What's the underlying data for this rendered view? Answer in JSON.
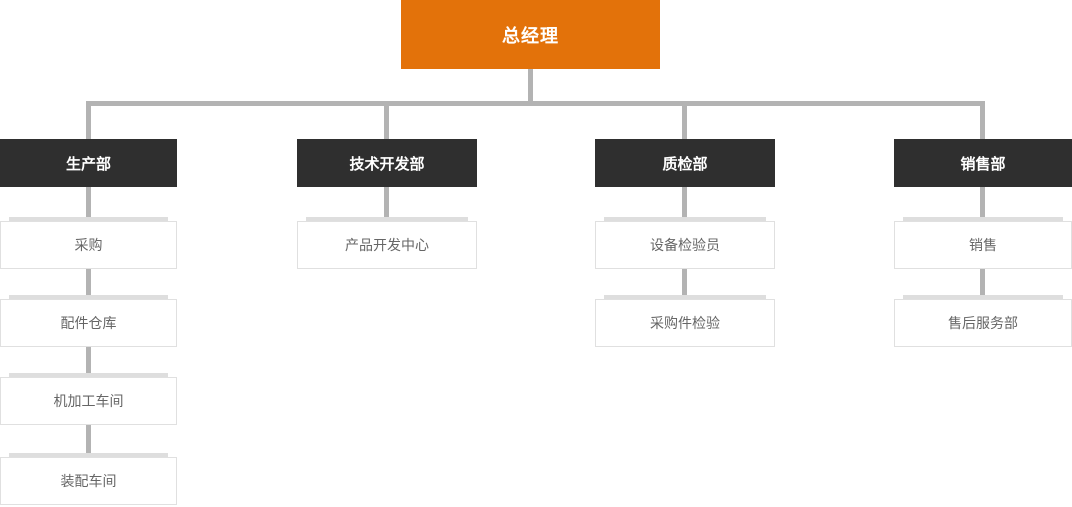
{
  "org_chart": {
    "root": {
      "label": "总经理"
    },
    "departments": [
      {
        "label": "生产部",
        "children": [
          {
            "label": "采购"
          },
          {
            "label": "配件仓库"
          },
          {
            "label": "机加工车间"
          },
          {
            "label": "装配车间"
          }
        ]
      },
      {
        "label": "技术开发部",
        "children": [
          {
            "label": "产品开发中心"
          }
        ]
      },
      {
        "label": "质检部",
        "children": [
          {
            "label": "设备检验员"
          },
          {
            "label": "采购件检验"
          }
        ]
      },
      {
        "label": "销售部",
        "children": [
          {
            "label": "销售"
          },
          {
            "label": "售后服务部"
          }
        ]
      }
    ]
  },
  "colors": {
    "root-bg": "#e3720a",
    "dept-bg": "#2f2f2f",
    "connector": "#b3b3b3",
    "child-border": "#e0e0e0",
    "child-accent": "#dedede",
    "child-text": "#666666",
    "node-text": "#ffffff",
    "canvas-bg": "#ffffff"
  }
}
